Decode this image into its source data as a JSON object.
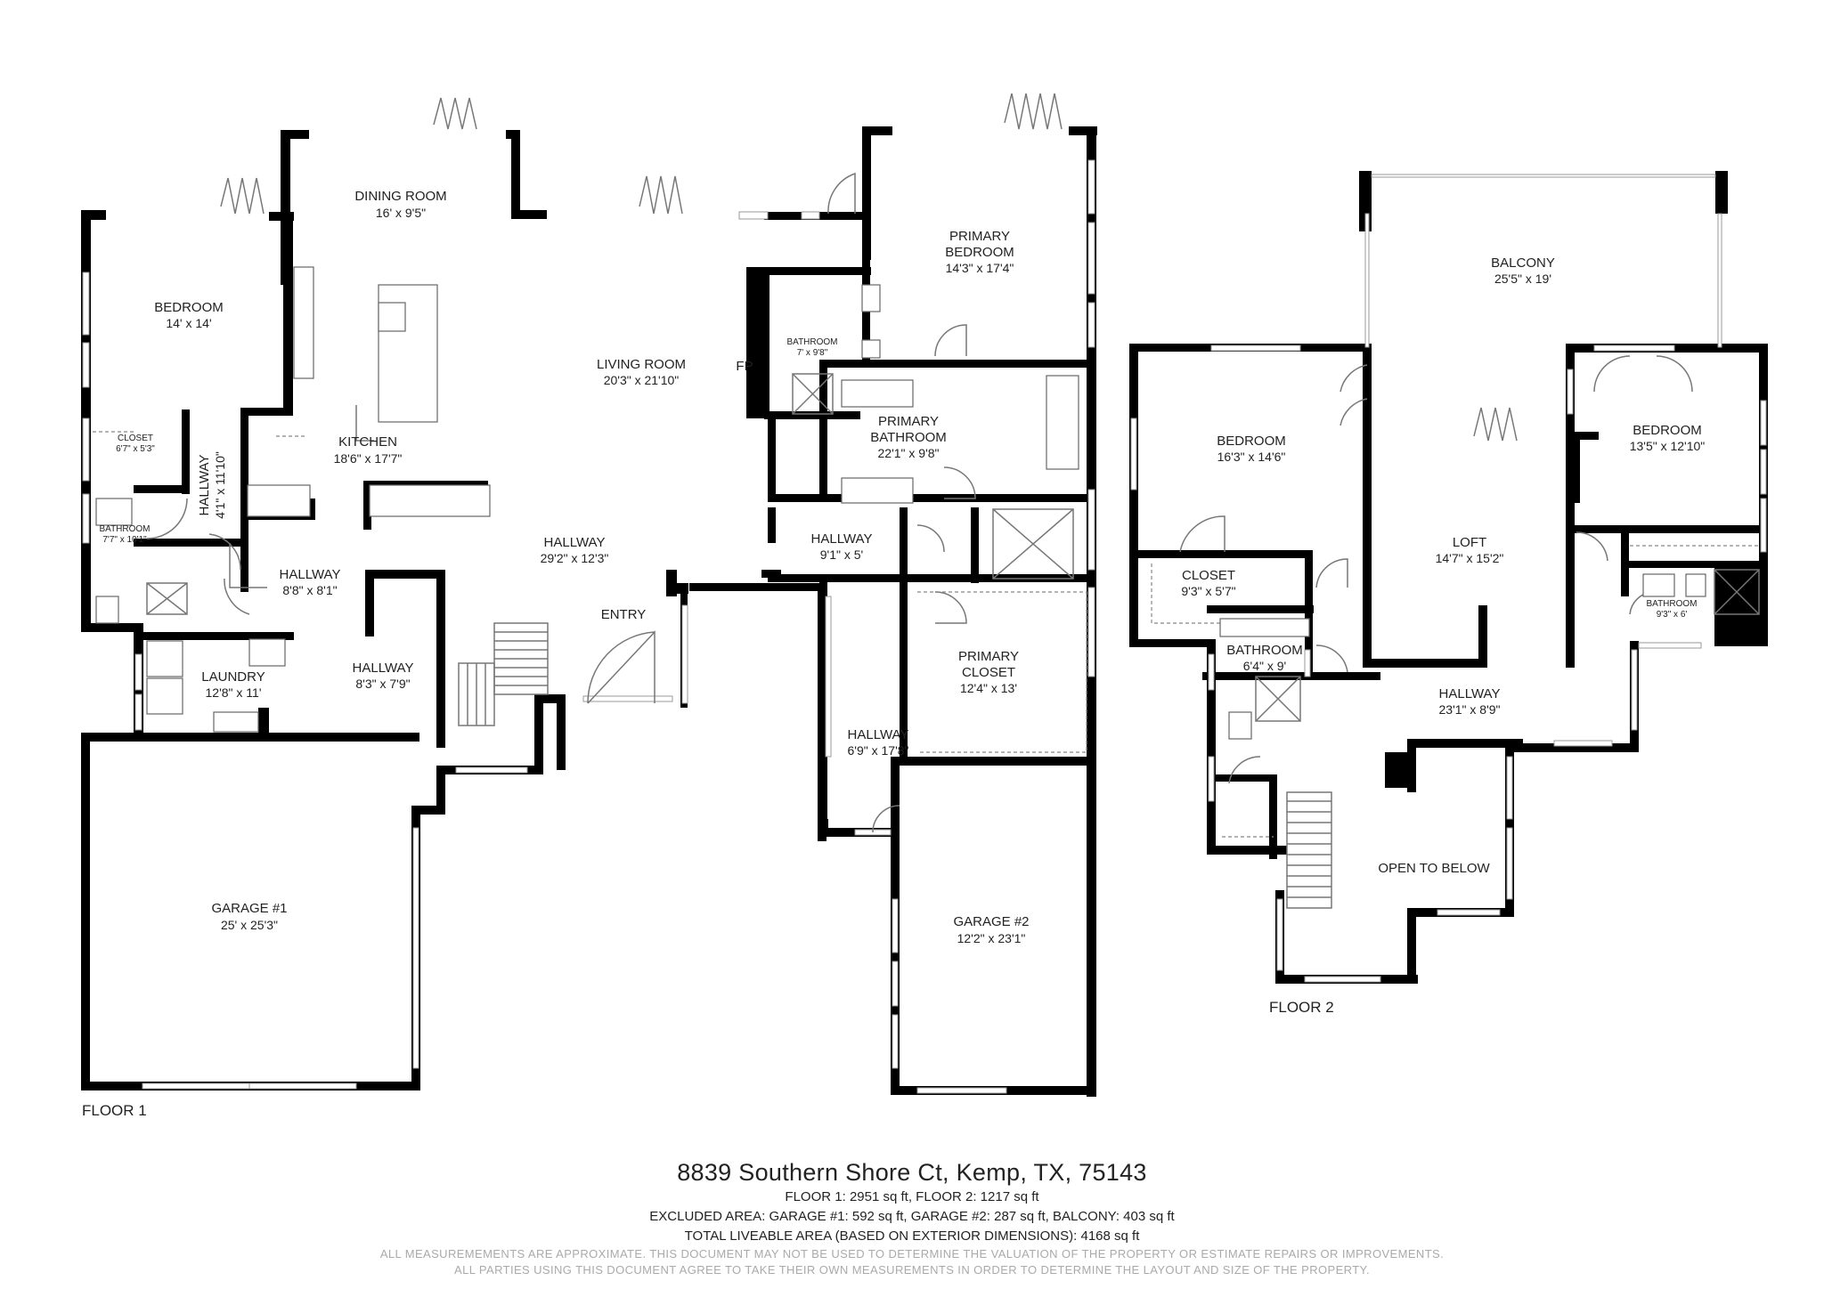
{
  "floor1": {
    "label": "FLOOR 1",
    "fp_label": "FP",
    "rooms": {
      "dining": {
        "name": "DINING ROOM",
        "dims": "16' x 9'5\""
      },
      "bedroom": {
        "name": "BEDROOM",
        "dims": "14' x 14'"
      },
      "living": {
        "name": "LIVING ROOM",
        "dims": "20'3\" x 21'10\""
      },
      "kitchen": {
        "name": "KITCHEN",
        "dims": "18'6\" x 17'7\""
      },
      "closet": {
        "name": "CLOSET",
        "dims": "6'7\" x 5'3\""
      },
      "hallway_v": {
        "name": "HALLWAY",
        "dims": "4'1\" x 11'10\""
      },
      "bathroom": {
        "name": "BATHROOM",
        "dims": "7'7\" x 10'1\""
      },
      "hallway_a": {
        "name": "HALLWAY",
        "dims": "8'8\" x 8'1\""
      },
      "hallway_b": {
        "name": "HALLWAY",
        "dims": "29'2\" x 12'3\""
      },
      "laundry": {
        "name": "LAUNDRY",
        "dims": "12'8\" x 11'"
      },
      "hallway_c": {
        "name": "HALLWAY",
        "dims": "8'3\" x 7'9\""
      },
      "entry": {
        "name": "ENTRY"
      },
      "garage1": {
        "name": "GARAGE #1",
        "dims": "25' x 25'3\""
      },
      "primary_bedroom": {
        "name1": "PRIMARY",
        "name2": "BEDROOM",
        "dims": "14'3\" x 17'4\""
      },
      "bathroom2": {
        "name": "BATHROOM",
        "dims": "7' x 9'8\""
      },
      "primary_bathroom": {
        "name1": "PRIMARY",
        "name2": "BATHROOM",
        "dims": "22'1\" x 9'8\""
      },
      "hallway_d": {
        "name": "HALLWAY",
        "dims": "9'1\" x 5'"
      },
      "primary_closet": {
        "name1": "PRIMARY",
        "name2": "CLOSET",
        "dims": "12'4\" x 13'"
      },
      "hallway_e": {
        "name": "HALLWAY",
        "dims": "6'9\" x 17'8\""
      },
      "garage2": {
        "name": "GARAGE #2",
        "dims": "12'2\" x 23'1\""
      }
    }
  },
  "floor2": {
    "label": "FLOOR 2",
    "rooms": {
      "balcony": {
        "name": "BALCONY",
        "dims": "25'5\" x 19'"
      },
      "bedroom_a": {
        "name": "BEDROOM",
        "dims": "16'3\" x 14'6\""
      },
      "bedroom_b": {
        "name": "BEDROOM",
        "dims": "13'5\" x 12'10\""
      },
      "loft": {
        "name": "LOFT",
        "dims": "14'7\" x 15'2\""
      },
      "closet": {
        "name": "CLOSET",
        "dims": "9'3\" x 5'7\""
      },
      "bathroom_a": {
        "name": "BATHROOM",
        "dims": "6'4\" x 9'"
      },
      "bathroom_b": {
        "name": "BATHROOM",
        "dims": "9'3\" x 6'"
      },
      "hallway": {
        "name": "HALLWAY",
        "dims": "23'1\" x 8'9\""
      },
      "open_below": {
        "name": "OPEN TO BELOW"
      }
    }
  },
  "footer": {
    "address": "8839 Southern Shore Ct, Kemp, TX, 75143",
    "line1": "FLOOR 1: 2951 sq ft, FLOOR 2: 1217 sq ft",
    "line2": "EXCLUDED AREA: GARAGE #1: 592 sq ft, GARAGE #2: 287 sq ft, BALCONY: 403 sq ft",
    "line3": "TOTAL LIVEABLE AREA (BASED ON EXTERIOR DIMENSIONS): 4168 sq ft",
    "disclaimer1": "ALL MEASUREMEMENTS ARE APPROXIMATE. THIS DOCUMENT MAY NOT BE USED TO DETERMINE THE VALUATION OF THE PROPERTY OR ESTIMATE REPAIRS OR IMPROVEMENTS.",
    "disclaimer2": "ALL PARTIES USING THIS DOCUMENT AGREE TO TAKE THEIR OWN MEASUREMENTS IN ORDER TO DETERMINE THE LAYOUT AND SIZE OF THE PROPERTY."
  }
}
